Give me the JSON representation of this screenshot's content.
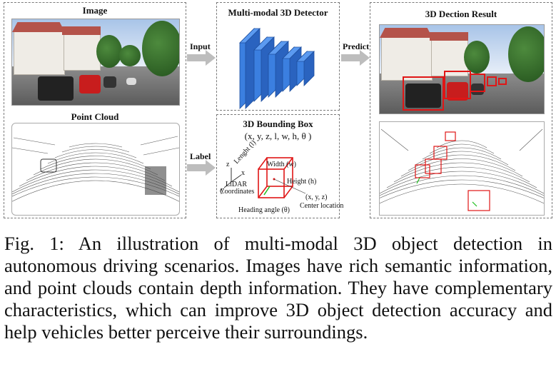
{
  "panels": {
    "image_title": "Image",
    "cloud_title": "Point Cloud",
    "detector_title": "Multi-modal 3D Detector",
    "bbox_title": "3D Bounding Box",
    "bbox_params": "(x, y, z, l, w, h, θ )",
    "result_title": "3D Dection Result"
  },
  "arrows": {
    "input": "Input",
    "label": "Label",
    "predict": "Predict"
  },
  "bbox_labels": {
    "length": "Lenght (l)",
    "width": "Width (w)",
    "height": "Height (h)",
    "center_coord": "(x, y, z)",
    "center_location": "Center location",
    "heading": "Heading angle (θ)",
    "lidar": "LiDAR",
    "coordinates": "Coordinates",
    "axis_z": "z",
    "axis_x": "x",
    "axis_y": "y"
  },
  "caption": "Fig. 1: An illustration of multi-modal 3D object detection in autonomous driving scenarios. Images have rich semantic information, and point clouds contain depth information. They have complementary characteristics, which can improve 3D object detection accuracy and help vehicles better perceive their surroundings.",
  "colors": {
    "box_red": "#e01616",
    "detector_blue": "#2f6fd0",
    "arrow_gray": "#bdbdbd"
  }
}
